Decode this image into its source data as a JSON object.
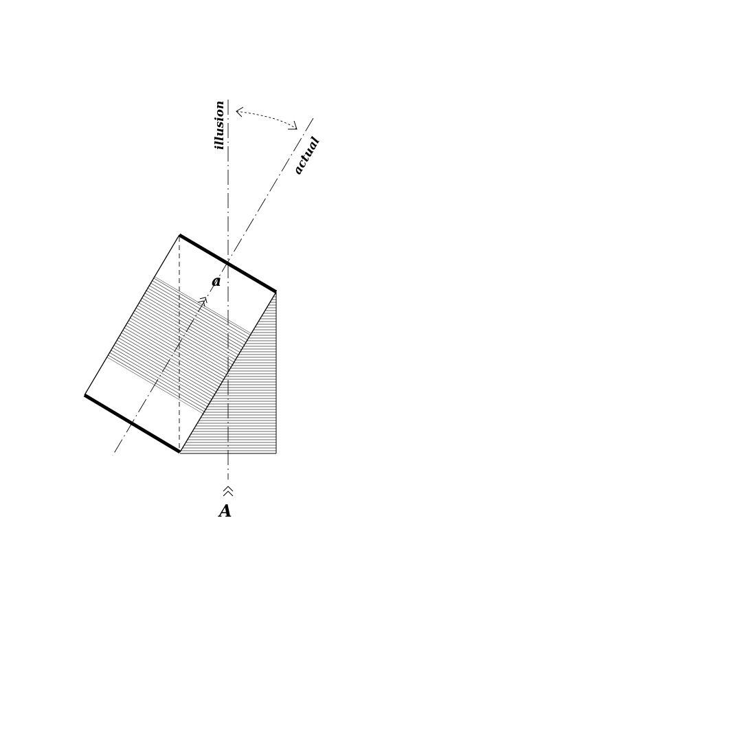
{
  "labels": {
    "illusion": "illusion",
    "actual": "actual",
    "point_a": "a",
    "point_A": "A"
  },
  "arrows": {
    "view_arrow_A": "»",
    "view_arrow_a": "»"
  },
  "colors": {
    "ink": "#000000",
    "hatch": "#333333",
    "background": "#ffffff"
  }
}
